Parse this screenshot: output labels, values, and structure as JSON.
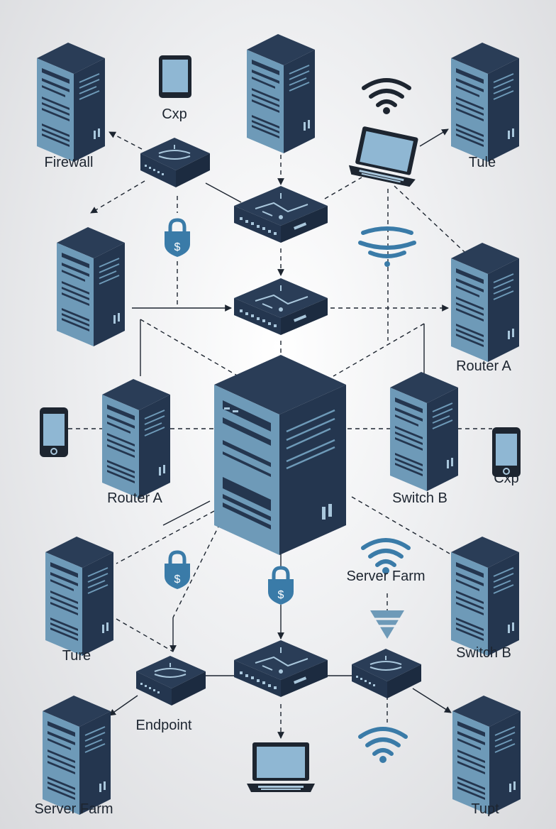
{
  "diagram": {
    "labels": {
      "firewall": "Firewall",
      "cxp_top": "Cxp",
      "tule": "Tule",
      "router_a_right": "Router A",
      "router_a_left": "Router A",
      "switch_b_mid": "Switch B",
      "cxp_right": "Cxp",
      "server_farm_mid": "Server Farm",
      "ture": "Ture",
      "switch_b_bottom": "Switch B",
      "endpoint": "Endpoint",
      "server_farm_bottom": "Server Farm",
      "tupt": "Tupt"
    },
    "icons": {
      "lock_symbol": "$"
    },
    "colors": {
      "navy": "#24364f",
      "steel_blue": "#6e9ab8",
      "light_blue": "#a9c7dc",
      "accent_blue": "#3a7ba8"
    }
  }
}
